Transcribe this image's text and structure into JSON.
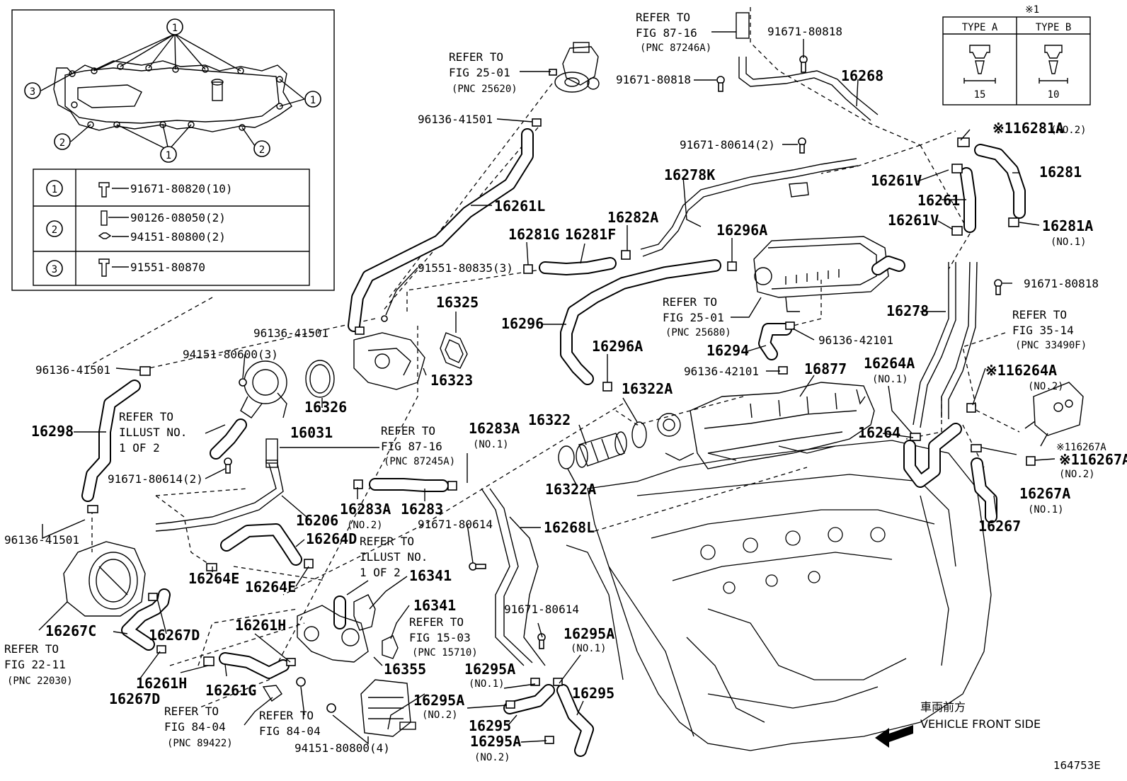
{
  "inset": {
    "legend": [
      {
        "no": "1",
        "parts": [
          "91671-80820(10)"
        ]
      },
      {
        "no": "2",
        "parts": [
          "90126-08050(2)",
          "94151-80800(2)"
        ]
      },
      {
        "no": "3",
        "parts": [
          "91551-80870"
        ]
      }
    ],
    "callouts": [
      "1",
      "1",
      "1",
      "3",
      "2",
      "1",
      "2"
    ]
  },
  "type_box": {
    "mark": "※1",
    "col_a": "TYPE A",
    "col_b": "TYPE B",
    "dim_a": "15",
    "dim_b": "10"
  },
  "labels": {
    "p16268": "16268",
    "p16281A_no2": "※116281A",
    "no2_a": "(NO.2)",
    "p16281": "16281",
    "p16261V_a": "16261V",
    "p16261": "16261",
    "p16261V_b": "16261V",
    "p16281A": "16281A",
    "no1_a": "(NO.1)",
    "b91671_80818_a": "91671-80818",
    "b91671_80818_b": "91671-80818",
    "b91671_80818_c": "91671-80818",
    "b91671_80614_2a": "91671-80614(2)",
    "p16278K": "16278K",
    "p16282A": "16282A",
    "p16281G": "16281G",
    "p16281F": "16281F",
    "p16296A_a": "16296A",
    "p16261L": "16261L",
    "c96136_41501_a": "96136-41501",
    "b91551_80835": "91551-80835(3)",
    "p16325": "16325",
    "p16296": "16296",
    "p16296A_b": "16296A",
    "p16294": "16294",
    "c96136_42101_a": "96136-42101",
    "c96136_42101_b": "96136-42101",
    "p16877": "16877",
    "p16278": "16278",
    "p16264A_no1": "16264A",
    "no1_b": "(NO.1)",
    "p16264A_no2": "※116264A",
    "no2_b": "(NO.2)",
    "p16267A_no2": "※116267A",
    "no2_c": "(NO.2)",
    "p16267A_no1": "16267A",
    "no1_c": "(NO.1)",
    "p16267": "16267",
    "p16264": "16264",
    "c96136_41501_b": "96136-41501",
    "n94151_80600": "94151-80600(3)",
    "p16323": "16323",
    "p16326": "16326",
    "p16031": "16031",
    "p16322A_a": "16322A",
    "p16322": "16322",
    "p16322A_b": "16322A",
    "c96136_41501_c": "96136-41501",
    "p16298": "16298",
    "b91671_80614_2b": "91671-80614(2)",
    "p16283A_no1": "16283A",
    "no1_d": "(NO.1)",
    "p16283A_no2": "16283A",
    "no2_d": "(NO.2)",
    "p16283": "16283",
    "b91671_80614_a": "91671-80614",
    "p16268L": "16268L",
    "p16206": "16206",
    "c96136_41501_d": "96136-41501",
    "p16264D": "16264D",
    "p16264E_a": "16264E",
    "p16264E_b": "16264E",
    "p16341_a": "16341",
    "p16341_b": "16341",
    "p16267C": "16267C",
    "p16267D_a": "16267D",
    "p16261H_a": "16261H",
    "p16261H_b": "16261H",
    "p16261G": "16261G",
    "p16355": "16355",
    "p16267D_b": "16267D",
    "b91671_80614_b": "91671-80614",
    "p16295A_no1a": "16295A",
    "no1_e": "(NO.1)",
    "p16295A_no1b": "16295A",
    "no1_f": "(NO.1)",
    "p16295A_no2a": "16295A",
    "no2_e": "(NO.2)",
    "p16295_a": "16295",
    "p16295_b": "16295",
    "p16295A_no2b": "16295A",
    "no2_f": "(NO.2)",
    "n94151_80800": "94151-80800(4)"
  },
  "refs": {
    "r87_16_top": [
      "REFER TO",
      "FIG 87-16",
      "(PNC 87246A)"
    ],
    "r25_01_a": [
      "REFER TO",
      "FIG 25-01",
      "(PNC 25620)"
    ],
    "r25_01_b": [
      "REFER TO",
      "FIG 25-01",
      "(PNC 25680)"
    ],
    "r35_14": [
      "REFER TO",
      "FIG 35-14",
      "(PNC 33490F)"
    ],
    "r_illust_a": [
      "REFER TO",
      "ILLUST NO.",
      "1 OF 2"
    ],
    "r87_16_mid": [
      "REFER TO",
      "FIG 87-16",
      "(PNC 87245A)"
    ],
    "r_illust_b": [
      "REFER TO",
      "ILLUST NO.",
      "1 OF 2"
    ],
    "r15_03": [
      "REFER TO",
      "FIG 15-03",
      "(PNC 15710)"
    ],
    "r22_11": [
      "REFER TO",
      "FIG 22-11",
      "(PNC 22030)"
    ],
    "r84_04_a": [
      "REFER TO",
      "FIG 84-04",
      "(PNC 89422)"
    ],
    "r84_04_b": [
      "REFER TO",
      "FIG 84-04"
    ]
  },
  "front": {
    "jp": "車両前方",
    "en": "VEHICLE FRONT SIDE"
  },
  "figure_id": "164753E"
}
